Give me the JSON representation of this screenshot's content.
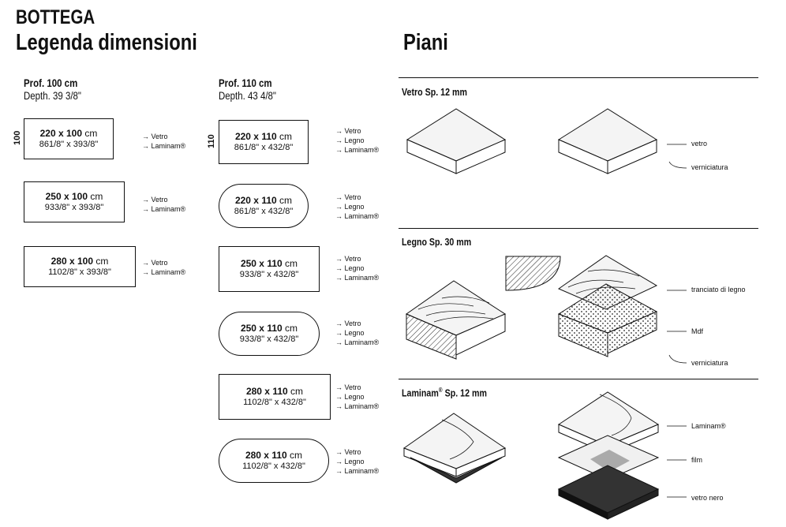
{
  "brand": "BOTTEGA",
  "title_left": "Legenda dimensioni",
  "title_right": "Piani",
  "col1": {
    "prof": "Prof. 100 cm",
    "depth": "Depth. 39 3/8\"",
    "side_label": "100",
    "items": [
      {
        "cm_bold": "220 x 100",
        "cm_unit": " cm",
        "inch": "861/8\" x 393/8\"",
        "materials": [
          "→ Vetro",
          "→ Laminam®"
        ]
      },
      {
        "cm_bold": "250 x 100",
        "cm_unit": " cm",
        "inch": "933/8\" x 393/8\"",
        "materials": [
          "→ Vetro",
          "→ Laminam®"
        ]
      },
      {
        "cm_bold": "280 x 100",
        "cm_unit": " cm",
        "inch": "1102/8\" x 393/8\"",
        "materials": [
          "→ Vetro",
          "→ Laminam®"
        ]
      }
    ]
  },
  "col2": {
    "prof": "Prof. 110 cm",
    "depth": "Depth. 43 4/8\"",
    "side_label": "110",
    "items": [
      {
        "cm_bold": "220 x 110",
        "cm_unit": " cm",
        "inch": "861/8\" x 432/8\"",
        "materials": [
          "→ Vetro",
          "→ Legno",
          "→ Laminam®"
        ]
      },
      {
        "cm_bold": "220 x 110",
        "cm_unit": " cm",
        "inch": "861/8\" x 432/8\"",
        "materials": [
          "→ Vetro",
          "→ Legno",
          "→ Laminam®"
        ]
      },
      {
        "cm_bold": "250 x 110",
        "cm_unit": " cm",
        "inch": "933/8\" x 432/8\"",
        "materials": [
          "→ Vetro",
          "→ Legno",
          "→ Laminam®"
        ]
      },
      {
        "cm_bold": "250 x 110",
        "cm_unit": " cm",
        "inch": "933/8\" x 432/8\"",
        "materials": [
          "→ Vetro",
          "→ Legno",
          "→ Laminam®"
        ]
      },
      {
        "cm_bold": "280 x 110",
        "cm_unit": " cm",
        "inch": "1102/8\" x 432/8\"",
        "materials": [
          "→ Vetro",
          "→ Legno",
          "→ Laminam®"
        ]
      },
      {
        "cm_bold": "280 x 110",
        "cm_unit": " cm",
        "inch": "1102/8\" x 432/8\"",
        "materials": [
          "→ Vetro",
          "→ Legno",
          "→ Laminam®"
        ]
      }
    ]
  },
  "sections": {
    "vetro": {
      "title": "Vetro Sp. 12 mm",
      "labels": [
        "vetro",
        "verniciatura"
      ]
    },
    "legno": {
      "title": "Legno Sp. 30 mm",
      "labels": [
        "tranciato di legno",
        "Mdf",
        "verniciatura"
      ]
    },
    "laminam": {
      "title": "Laminam",
      "title_sup": "®",
      "title_tail": " Sp. 12 mm",
      "labels": [
        "Laminam®",
        "film",
        "vetro nero"
      ]
    }
  }
}
